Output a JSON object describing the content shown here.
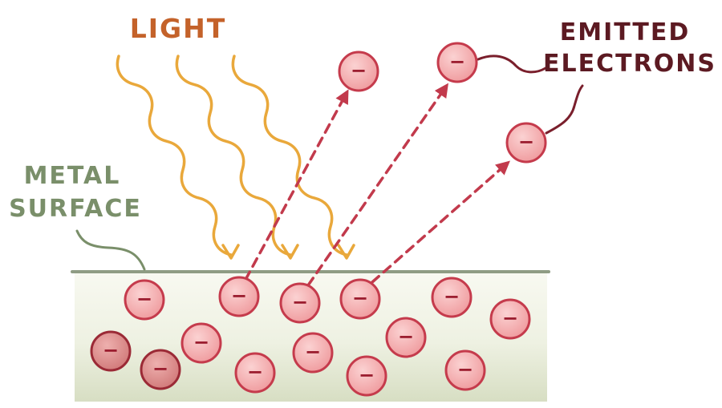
{
  "labels": {
    "light": "LIGHT",
    "metal_surface": [
      "METAL",
      "SURFACE"
    ],
    "emitted_electrons": [
      "EMITTED",
      "ELECTRONS"
    ]
  },
  "electron_sign": "−",
  "colors": {
    "light_wave": "#e9a83b",
    "light_label": "#c4622a",
    "metal_label": "#7a8f6a",
    "metal_top": "#f7f8ef",
    "metal_bottom": "#d9e0c6",
    "metal_edge": "#8f9c84",
    "electron_fill": "#f3a9a9",
    "electron_stroke": "#c53b4c",
    "electron_sign": "#9b1c2e",
    "trajectory": "#c23a4c",
    "emitted_label": "#5c1a22"
  }
}
